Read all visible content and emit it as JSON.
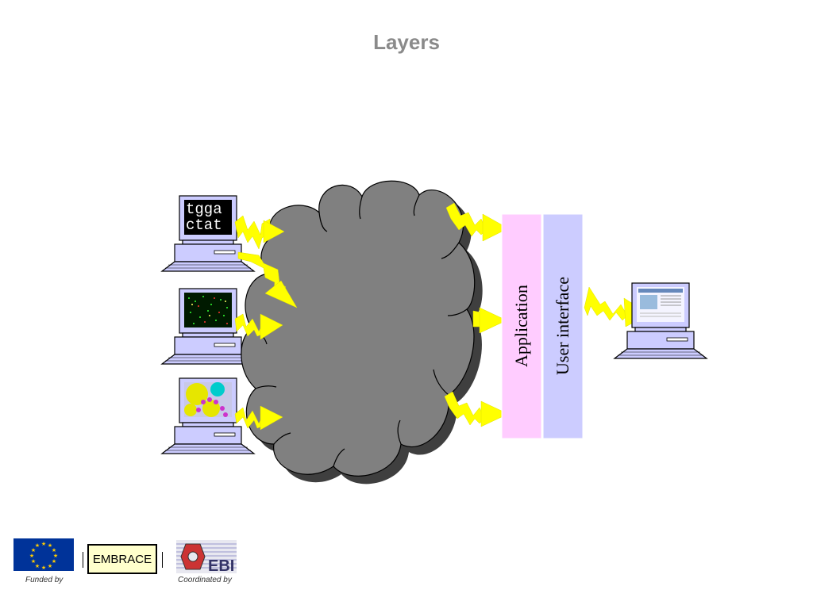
{
  "title": "Layers",
  "terminal_text": [
    "tgga",
    "ctat"
  ],
  "layers": {
    "application_label": "Application",
    "user_interface_label": "User interface"
  },
  "colors": {
    "cloud": "#808080",
    "cloud_shadow": "#3f3f3f",
    "arrow": "#ffff00",
    "application_layer": "#ffccff",
    "user_interface_layer": "#ccccff",
    "computer": "#ccccff",
    "eu_flag": "#003399",
    "embrace_bg": "#ffffcc"
  },
  "footer": {
    "funded_by": "Funded by",
    "embrace": "EMBRACE",
    "coordinated_by": "Coordinated by",
    "ebi": "EBI"
  }
}
